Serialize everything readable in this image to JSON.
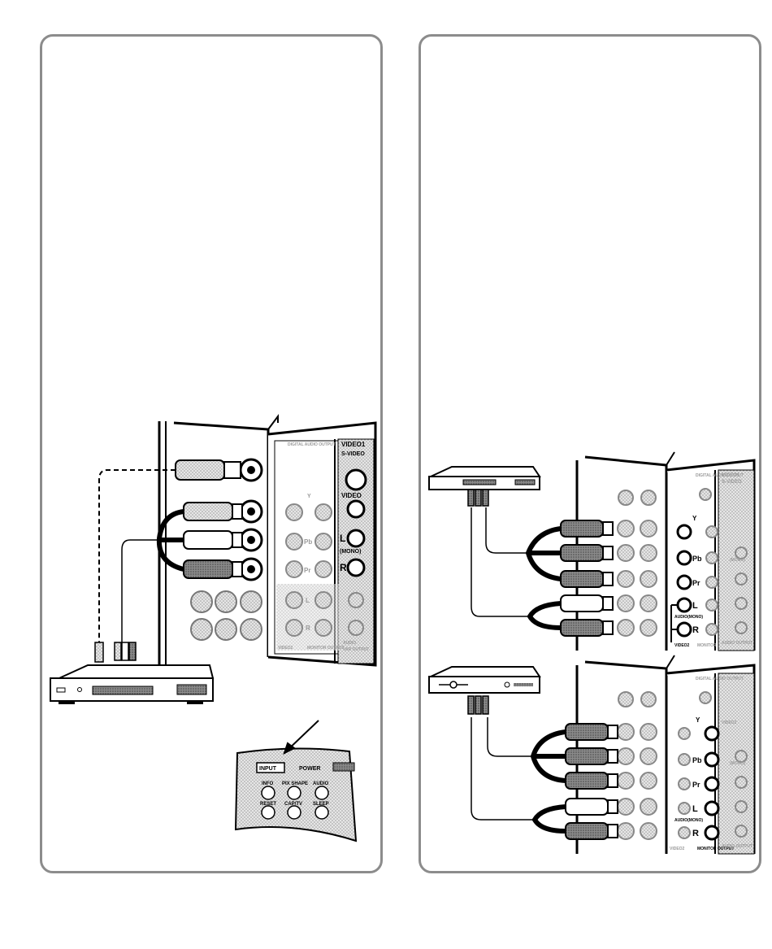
{
  "left_panel": {
    "tv_jacks": {
      "video1_header": "VIDEO1",
      "svideo": "S-VIDEO",
      "video": "VIDEO",
      "left": "L",
      "mono": "(MONO)",
      "right": "R",
      "digital_audio_output": "DIGITAL AUDIO OUTPUT",
      "y": "Y",
      "pb": "Pb",
      "pr": "Pr",
      "audio_left": "L",
      "audio_right": "R",
      "video2_caption": "VIDEO2",
      "monitor_output": "MONITOR OUTPUT",
      "audio": "AUDIO",
      "var_output": "VAR OUTPUT"
    },
    "control_panel": {
      "input": "INPUT",
      "power": "POWER",
      "info": "INFO",
      "pix_shape": "PIX SHAPE",
      "audio": "AUDIO",
      "reset": "RESET",
      "cap_tv": "CAP/TV",
      "sleep": "SLEEP"
    }
  },
  "right_panel": {
    "upper_jacks": {
      "digital_audio_output": "DIGITAL AUDIO OUTPUT",
      "video1": "VIDEO1",
      "svideo": "S-VIDEO",
      "y": "Y",
      "pb": "Pb",
      "pr": "Pr",
      "left": "L",
      "right": "R",
      "audio_mono": "AUDIO(MONO)",
      "video2": "VIDEO2",
      "monitor": "MONITOR",
      "audio_output": "AUDIO OUTPUT",
      "mono_small": "(MONO)"
    },
    "lower_jacks": {
      "digital_audio_output": "DIGITAL AUDIO OUTPUT",
      "y": "Y",
      "pb": "Pb",
      "pr": "Pr",
      "left": "L",
      "right": "R",
      "audio_mono": "AUDIO(MONO)",
      "video2": "VIDEO2",
      "video_small": "VIDEO2",
      "monitor_output": "MONITOR OUTPUT",
      "audio_output": "AUDIO OUTPUT",
      "mono_small": "(MONO)"
    }
  }
}
